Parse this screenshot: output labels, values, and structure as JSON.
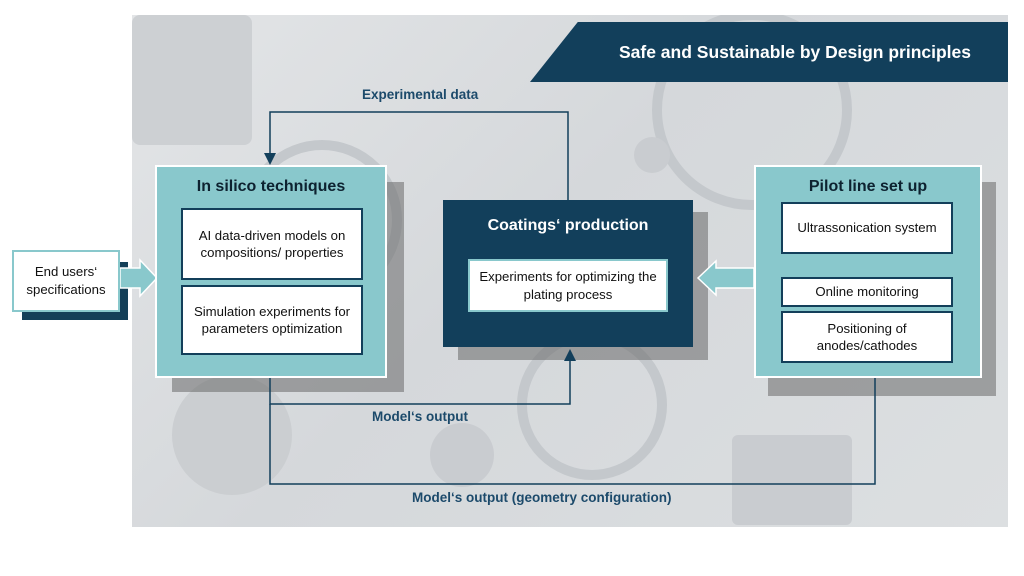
{
  "header": {
    "title": "Safe and Sustainable by Design principles"
  },
  "end_users": {
    "label": "End users‘ specifications"
  },
  "in_silico": {
    "title": "In silico techniques",
    "items": [
      "AI data-driven models on compositions/ properties",
      "Simulation experiments for parameters optimization"
    ]
  },
  "coatings": {
    "title": "Coatings‘ production",
    "item": "Experiments for optimizing the plating process"
  },
  "pilot": {
    "title": "Pilot line set up",
    "items": [
      "Ultrassonication system",
      "Online monitoring",
      "Positioning of anodes/cathodes"
    ]
  },
  "flows": {
    "experimental_data": "Experimental data",
    "models_output": "Model‘s output",
    "models_output_geometry": "Model‘s output (geometry configuration)"
  },
  "colors": {
    "navy": "#123f5b",
    "teal": "#89c8cc",
    "label_blue": "#1c4a6b"
  }
}
